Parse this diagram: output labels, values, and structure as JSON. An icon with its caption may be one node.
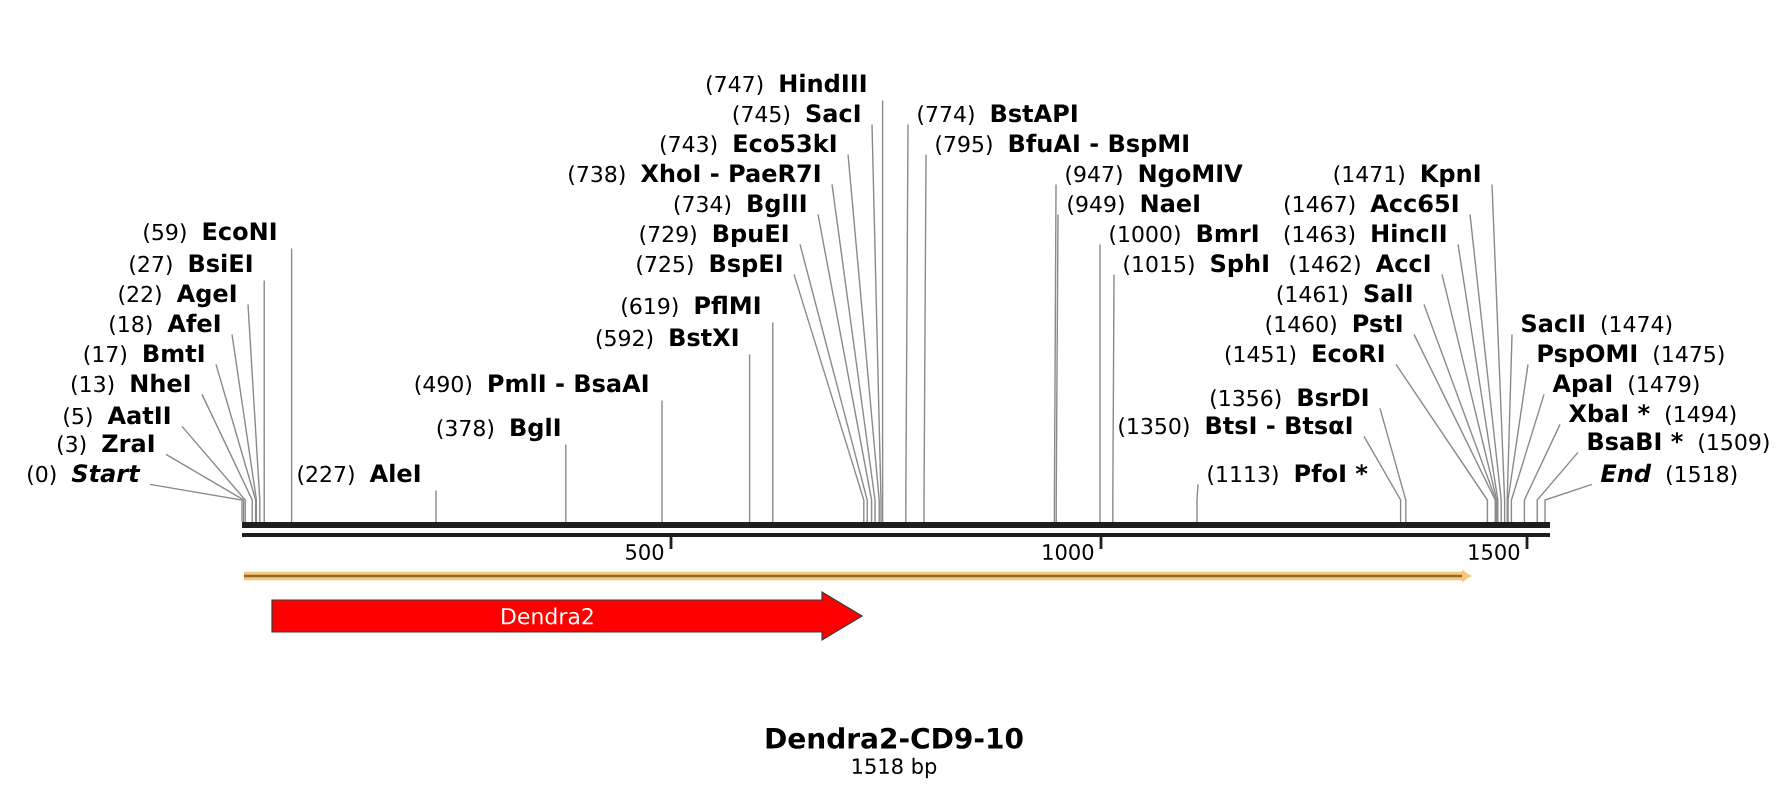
{
  "diagram": {
    "title": "Dendra2-CD9-10",
    "nodes": [
      {
        "text": [
          "(0)",
          "Start"
        ]
      },
      {
        "text": [
          "(3)",
          "ZraI"
        ]
      },
      {
        "text": [
          "(5)",
          "AatII"
        ]
      },
      {
        "text": [
          "(13)",
          "NheI"
        ]
      },
      {
        "text": [
          "(17)",
          "BmtI"
        ]
      },
      {
        "text": [
          "(18)",
          "AfeI"
        ]
      },
      {
        "text": [
          "(22)",
          "AgeI"
        ]
      },
      {
        "text": [
          "(27)",
          "BsiEI"
        ]
      },
      {
        "text": [
          "(59)",
          "EcoNI"
        ]
      },
      {
        "text": [
          "(227)",
          "AleI"
        ]
      },
      {
        "text": [
          "(378)",
          "BglI"
        ]
      },
      {
        "text": [
          "(490)",
          "PmlI - BsaAI"
        ]
      },
      {
        "text": [
          "(592)",
          "BstXI"
        ]
      },
      {
        "text": [
          "(619)",
          "PflMI"
        ]
      },
      {
        "text": [
          "(725)",
          "BspEI"
        ]
      },
      {
        "text": [
          "(729)",
          "BpuEI"
        ]
      },
      {
        "text": [
          "(734)",
          "BglII"
        ]
      },
      {
        "text": [
          "(738)",
          "XhoI - PaeR7I"
        ]
      },
      {
        "text": [
          "(743)",
          "Eco53kI"
        ]
      },
      {
        "text": [
          "(745)",
          "SacI"
        ]
      },
      {
        "text": [
          "(747)",
          "HindIII"
        ]
      },
      {
        "text": [
          "(774)",
          "BstAPI"
        ]
      },
      {
        "text": [
          "(795)",
          "BfuAI - BspMI"
        ]
      },
      {
        "text": [
          "(947)",
          "NgoMIV"
        ]
      },
      {
        "text": [
          "(949)",
          "NaeI"
        ]
      },
      {
        "text": [
          "(1000)",
          "BmrI"
        ]
      },
      {
        "text": [
          "(1015)",
          "SphI"
        ]
      },
      {
        "text": [
          "(1113)",
          "PfoI *"
        ]
      },
      {
        "text": [
          "(1350)",
          "BtsI - BtsαI"
        ]
      },
      {
        "text": [
          "(1356)",
          "BsrDI"
        ]
      },
      {
        "text": [
          "(1451)",
          "EcoRI"
        ]
      },
      {
        "text": [
          "(1460)",
          "PstI"
        ]
      },
      {
        "text": [
          "(1461)",
          "SalI"
        ]
      },
      {
        "text": [
          "(1462)",
          "AccI"
        ]
      },
      {
        "text": [
          "(1463)",
          "HincII"
        ]
      },
      {
        "text": [
          "(1467)",
          "Acc65I"
        ]
      },
      {
        "text": [
          "(1471)",
          "KpnI"
        ]
      },
      {
        "text": [
          "SacII",
          "(1474)"
        ]
      },
      {
        "text": [
          "PspOMI",
          "(1475)"
        ]
      },
      {
        "text": [
          "ApaI",
          "(1479)"
        ]
      },
      {
        "text": [
          "XbaI *",
          "(1494)"
        ]
      },
      {
        "text": [
          "BsaBI *",
          "(1509)"
        ]
      },
      {
        "text": [
          "End",
          "(1518)"
        ]
      },
      {
        "text": [],
        "shape": "bar"
      },
      {
        "text": [
          "Dendra2"
        ]
      }
    ],
    "edges": [
      {
        "from": 0,
        "to": 43,
        "arrow": "none"
      },
      {
        "from": 1,
        "to": 43,
        "arrow": "none"
      },
      {
        "from": 2,
        "to": 43,
        "arrow": "none"
      },
      {
        "from": 3,
        "to": 43,
        "arrow": "none"
      },
      {
        "from": 4,
        "to": 43,
        "arrow": "none"
      },
      {
        "from": 5,
        "to": 43,
        "arrow": "none"
      },
      {
        "from": 6,
        "to": 43,
        "arrow": "none"
      },
      {
        "from": 7,
        "to": 43,
        "arrow": "none"
      },
      {
        "from": 8,
        "to": 43,
        "arrow": "none"
      },
      {
        "from": 9,
        "to": 43,
        "arrow": "none"
      },
      {
        "from": 10,
        "to": 43,
        "arrow": "none"
      },
      {
        "from": 11,
        "to": 43,
        "arrow": "none"
      },
      {
        "from": 12,
        "to": 43,
        "arrow": "none"
      },
      {
        "from": 13,
        "to": 43,
        "arrow": "none"
      },
      {
        "from": 14,
        "to": 43,
        "arrow": "none"
      },
      {
        "from": 15,
        "to": 43,
        "arrow": "none"
      },
      {
        "from": 16,
        "to": 43,
        "arrow": "none"
      },
      {
        "from": 17,
        "to": 43,
        "arrow": "none"
      },
      {
        "from": 18,
        "to": 43,
        "arrow": "none"
      },
      {
        "from": 19,
        "to": 43,
        "arrow": "none"
      },
      {
        "from": 20,
        "to": 43,
        "arrow": "none"
      },
      {
        "from": 21,
        "to": 43,
        "arrow": "none"
      },
      {
        "from": 22,
        "to": 43,
        "arrow": "none"
      },
      {
        "from": 23,
        "to": 43,
        "arrow": "none"
      },
      {
        "from": 24,
        "to": 43,
        "arrow": "none"
      },
      {
        "from": 25,
        "to": 43,
        "arrow": "none"
      },
      {
        "from": 26,
        "to": 43,
        "arrow": "none"
      },
      {
        "from": 27,
        "to": 43,
        "arrow": "none"
      },
      {
        "from": 28,
        "to": 43,
        "arrow": "none"
      },
      {
        "from": 29,
        "to": 43,
        "arrow": "none"
      },
      {
        "from": 30,
        "to": 43,
        "arrow": "none"
      },
      {
        "from": 31,
        "to": 43,
        "arrow": "none"
      },
      {
        "from": 32,
        "to": 43,
        "arrow": "none"
      },
      {
        "from": 33,
        "to": 43,
        "arrow": "none"
      },
      {
        "from": 34,
        "to": 43,
        "arrow": "none"
      },
      {
        "from": 35,
        "to": 43,
        "arrow": "none"
      },
      {
        "from": 36,
        "to": 43,
        "arrow": "none"
      },
      {
        "from": 37,
        "to": 43,
        "arrow": "none"
      },
      {
        "from": 38,
        "to": 43,
        "arrow": "none"
      },
      {
        "from": 39,
        "to": 43,
        "arrow": "none"
      },
      {
        "from": 40,
        "to": 43,
        "arrow": "none"
      },
      {
        "from": 41,
        "to": 43,
        "arrow": "none"
      },
      {
        "from": 42,
        "to": 43,
        "arrow": "none"
      }
    ],
    "labels": [
      "500",
      "1000",
      "1500",
      "1518 bp"
    ]
  }
}
